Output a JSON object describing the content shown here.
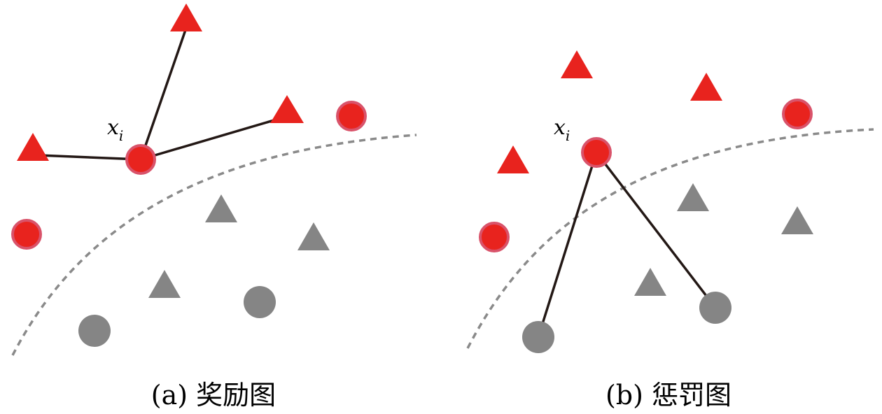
{
  "panels": [
    {
      "id": "a",
      "caption": "(a) 奖励图",
      "node_label": {
        "main": "x",
        "sub": "i"
      }
    },
    {
      "id": "b",
      "caption": "(b) 惩罚图",
      "node_label": {
        "main": "x",
        "sub": "i"
      }
    }
  ],
  "colors": {
    "red_fill": "#e8231e",
    "red_ring": "#d9536a",
    "gray": "#858585",
    "edge": "#231815",
    "boundary": "#8a8a8a"
  },
  "legend_shapes": [
    "red-circle",
    "red-triangle",
    "gray-circle",
    "gray-triangle"
  ]
}
